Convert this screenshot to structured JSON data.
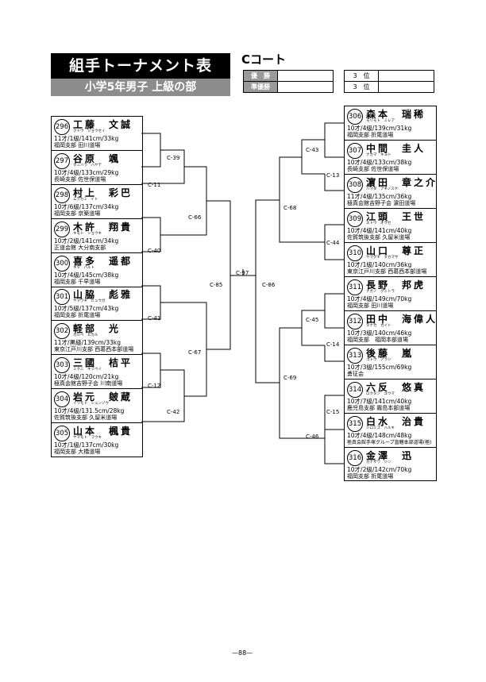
{
  "header": {
    "title": "組手トーナメント表",
    "division": "小学5年男子 上級の部",
    "court": "Cコート"
  },
  "results": {
    "winner_label": "優　勝",
    "runner_up_label": "準優勝",
    "third_label_1": "3　位",
    "third_label_2": "3　位"
  },
  "left_entries": [
    {
      "seed": "296",
      "name": "工藤　文誠",
      "kana": "クドウ　ジョウセイ",
      "stats": "11才/1級/141cm/33kg",
      "club": "福岡支部 田川道場"
    },
    {
      "seed": "297",
      "name": "谷原　颯",
      "kana": "タニハラ　ハヤテ",
      "stats": "10才/4級/133cm/29kg",
      "club": "長崎支部 佐世保道場"
    },
    {
      "seed": "298",
      "name": "村上　彩巴",
      "kana": "ムラカミ　イト",
      "stats": "10才/6級/137cm/34kg",
      "club": "福岡支部 京築道場"
    },
    {
      "seed": "299",
      "name": "木許　翔貴",
      "kana": "キモト　ショウキ",
      "stats": "10才/2級/141cm/34kg",
      "club": "正道会館 大分南支部"
    },
    {
      "seed": "300",
      "name": "喜多　遥都",
      "kana": "キタ　ハルト",
      "stats": "10才/4級/145cm/38kg",
      "club": "福岡支部 千早道場"
    },
    {
      "seed": "301",
      "name": "山脇　彪雅",
      "kana": "ヤマワキ　ヒュウガ",
      "stats": "10才/5級/137cm/43kg",
      "club": "福岡支部 折尾道場"
    },
    {
      "seed": "302",
      "name": "軽部　光",
      "kana": "カルベ　ヒカル",
      "stats": "11才/黒級/139cm/33kg",
      "club": "東京江戸川支部 西葛西本部道場"
    },
    {
      "seed": "303",
      "name": "三國　桔平",
      "kana": "ミクニ　キッペイ",
      "stats": "10才/4級/120cm/21kg",
      "club": "極真会館吉野子会 川南道場"
    },
    {
      "seed": "304",
      "name": "岩元　皴蔵",
      "kana": "イワモト　シュンゾウ",
      "stats": "10才/4級/131.5cm/28kg",
      "club": "佐賀筑後支部 久留米道場"
    },
    {
      "seed": "305",
      "name": "山本　楓貴",
      "kana": "ヤマモト　フウキ",
      "stats": "10才/1級/137cm/30kg",
      "club": "福岡支部 大橋道場"
    }
  ],
  "right_entries": [
    {
      "seed": "306",
      "name": "森本　瑞稀",
      "kana": "モリモト　ミレア",
      "stats": "10才/4級/139cm/31kg",
      "club": "福岡支部 折尾道場"
    },
    {
      "seed": "307",
      "name": "中間　圭人",
      "kana": "ナカマ　キヨト",
      "stats": "10才/4級/133cm/38kg",
      "club": "長崎支部 佐世保道場"
    },
    {
      "seed": "308",
      "name": "濵田　章之介",
      "kana": "ハマダ　アキノスケ",
      "stats": "11才/4級/135cm/36kg",
      "club": "極真会館吉野子会 濵田道場"
    },
    {
      "seed": "309",
      "name": "江頭　王世",
      "kana": "エトウ　オウセ",
      "stats": "10才/4級/141cm/40kg",
      "club": "佐賀筑後支部 久留米道場"
    },
    {
      "seed": "310",
      "name": "山口　尊正",
      "kana": "ヤマグチ　タカマサ",
      "stats": "10才/1級/140cm/36kg",
      "club": "東京江戸川支部 西葛西本部道場"
    },
    {
      "seed": "311",
      "name": "長野　邦虎",
      "kana": "ナガノ　クニトラ",
      "stats": "10才/4級/149cm/70kg",
      "club": "福岡支部 田川道場"
    },
    {
      "seed": "312",
      "name": "田中　海偉人",
      "kana": "タナカ　カイト",
      "stats": "10才/3級/140cm/46kg",
      "club": "福岡支部　福岡本部道場"
    },
    {
      "seed": "313",
      "name": "後藤　嵐",
      "kana": "ゴトウ　アラシ",
      "stats": "10才/3級/155cm/69kg",
      "club": "勇征会"
    },
    {
      "seed": "314",
      "name": "六反　悠真",
      "kana": "ロクタン　ユウマ",
      "stats": "10才/7級/141cm/40kg",
      "club": "鹿児島支部 霧島本部道場"
    },
    {
      "seed": "315",
      "name": "白水　治貴",
      "kana": "シロミズ　ハルキ",
      "stats": "10才/4級/148cm/48kg",
      "club": "極真会館手塚グループ直轄本部道場(極)"
    },
    {
      "seed": "316",
      "name": "金澤　迅",
      "kana": "カナザワ　ジン",
      "stats": "10才/2級/142cm/70kg",
      "club": "福岡支部 折尾道場"
    }
  ],
  "matches": {
    "c39": "C-39",
    "c11": "C-11",
    "c40": "C-40",
    "c66": "C-66",
    "c41": "C-41",
    "c12": "C-12",
    "c42": "C-42",
    "c67": "C-67",
    "c85": "C-85",
    "c97": "C-97",
    "c86": "C-86",
    "c43": "C-43",
    "c13": "C-13",
    "c68": "C-68",
    "c44": "C-44",
    "c45": "C-45",
    "c14": "C-14",
    "c69": "C-69",
    "c15": "C-15",
    "c46": "C-46"
  },
  "footer": {
    "page": "—88—"
  }
}
